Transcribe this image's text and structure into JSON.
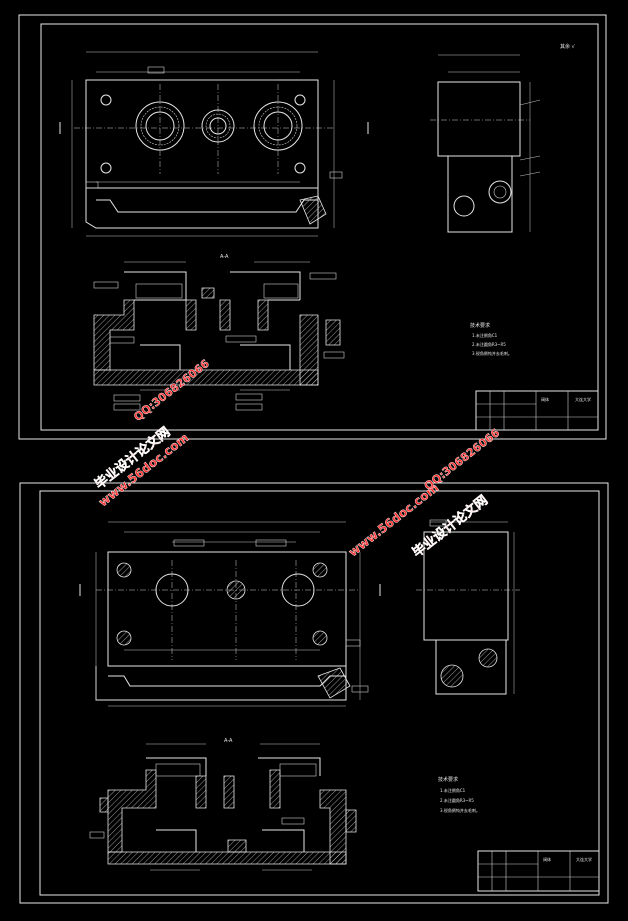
{
  "watermarks": {
    "site": "www.56doc.com",
    "brand": "毕业设计论文网",
    "qq": "QQ:306826066",
    "color_site": "#ff3030",
    "color_brand": "#ff3030"
  },
  "sheet_top": {
    "tech_title": "技术要求",
    "tech_lines": [
      "1.未注倒角C1",
      "2.未注圆角R3~R5",
      "3.锐角倒钝并去毛刺。"
    ],
    "section_label": "A-A",
    "roughness_mark": "其余 √",
    "title_block": {
      "part_name": "阀体",
      "school": "大连大学"
    }
  },
  "sheet_bottom": {
    "tech_title": "技术要求",
    "tech_lines": [
      "1.未注倒角C1",
      "2.未注圆角R3~R5",
      "3.锐角倒钝并去毛刺。"
    ],
    "section_label": "A-A",
    "title_block": {
      "part_name": "阀体",
      "school": "大连大学"
    }
  },
  "colors": {
    "background": "#000000",
    "lines": "#e6e6e6",
    "watermark": "#ff3030"
  }
}
